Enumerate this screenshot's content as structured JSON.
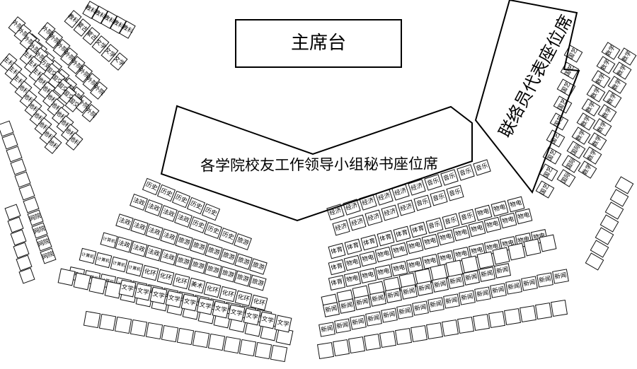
{
  "podium": {
    "label": "主席台"
  },
  "secretary_zone": {
    "label": "各学院校友工作领导小组秘书座位席"
  },
  "liaison_zone": {
    "label": "联络员代表座位席"
  },
  "seat_blocks": {
    "left_top": [
      [
        "教科",
        "教科",
        "教科",
        "教科",
        "教科"
      ],
      [
        "教科",
        "蒙古",
        "蒙古",
        "文学",
        "文学",
        "文学"
      ],
      [
        "外院",
        "外院",
        "外院",
        "外院",
        "外院",
        "外院",
        "外院",
        "外院"
      ],
      [
        "外院",
        "外院",
        "外院",
        "外院",
        "外院",
        "外院",
        "外院",
        "外院",
        "外院"
      ],
      [
        "外院",
        "外院",
        "外院",
        "外院",
        "外院",
        "历史",
        "国交",
        "国交",
        "国交",
        "国交",
        "国交"
      ],
      [
        "生科",
        "生科",
        "生科",
        "地科",
        "地科",
        "地科",
        "地科",
        "地科",
        "地科",
        "地科"
      ],
      [
        "生科",
        "生科",
        "生科",
        "地科",
        "地科",
        "地科",
        "地科",
        "地科",
        "地科",
        "地科",
        "地科"
      ]
    ],
    "left_outer": [
      [
        "",
        "",
        "",
        "",
        "",
        "",
        "",
        "网院",
        "网院",
        "网院",
        "网院"
      ],
      [
        "",
        "",
        "",
        "",
        "",
        ""
      ]
    ],
    "left_mid": [
      [
        "历史",
        "历史",
        "历史",
        "历史",
        "历史"
      ],
      [
        "法政",
        "法政",
        "法政",
        "法政",
        "历史",
        "历史",
        "历史",
        "旅游"
      ],
      [
        "法政",
        "法政",
        "法政",
        "法政",
        "旅游",
        "旅游",
        "旅游",
        "旅游",
        "旅游",
        "旅游"
      ],
      [
        "计算机",
        "法政",
        "法政",
        "法政",
        "法政",
        "旅游",
        "旅游",
        "旅游",
        "旅游",
        "旅游",
        "旅游"
      ],
      [
        "计算机",
        "计算机",
        "计算机",
        "计算机",
        "化环",
        "化环",
        "化环",
        "美术",
        "化环",
        "化环",
        "化环",
        "化环"
      ],
      [
        "计算机",
        "计算机",
        "计算机",
        "计算机",
        "计算机",
        "化环",
        "化环",
        "化环",
        "化环",
        "化环",
        "化环",
        "化环",
        "化环"
      ],
      [
        "",
        "",
        "",
        "",
        "",
        "",
        "",
        "",
        "",
        "",
        "",
        "",
        "",
        "",
        ""
      ]
    ],
    "left_mid_back": [
      [
        "文学",
        "文学",
        "文学",
        "文学",
        "文学",
        "文学",
        "文学",
        "文学",
        "文学",
        "文学",
        "文学"
      ],
      [
        "",
        "",
        "",
        "",
        "",
        "",
        "",
        "",
        "",
        "",
        "",
        "",
        ""
      ]
    ],
    "right_mid": [
      [
        "经济",
        "经济",
        "经济",
        "经济",
        "经济",
        "音乐",
        "音乐",
        "音乐"
      ],
      [
        "经济",
        "经济",
        "经济",
        "经济",
        "经济",
        "经济",
        "音乐",
        "音乐",
        "音乐",
        "音乐"
      ],
      [
        "体育",
        "体育",
        "体育",
        "体育",
        "体育",
        "体育",
        "音乐",
        "音乐",
        "音乐",
        "物电",
        "物电",
        "物电"
      ],
      [
        "体育",
        "物电",
        "物电",
        "物电",
        "物电",
        "物电",
        "物电",
        "物电",
        "物电",
        "物电",
        "物电",
        "物电",
        "物电"
      ],
      [
        "体育",
        "物电",
        "物电",
        "物电",
        "物电",
        "物电",
        "物电",
        "物电",
        "物电",
        "物电",
        "物电",
        "物电",
        "物电",
        "物电"
      ],
      [
        "",
        "",
        "",
        "",
        "",
        "",
        "",
        "",
        "",
        "",
        "",
        "",
        "",
        "",
        ""
      ]
    ],
    "right_mid_back": [
      [
        "新闻",
        "新闻",
        "新闻",
        "新闻",
        "新闻",
        "新闻",
        "新闻",
        "新闻",
        "新闻",
        "新闻",
        "新闻",
        "新闻"
      ],
      [
        "新闻",
        "新闻",
        "新闻",
        "新闻",
        "新闻",
        "新闻",
        "新闻",
        "新闻",
        "新闻",
        "新闻",
        "新闻",
        "新闻",
        "新闻",
        "新闻",
        "新闻",
        "新闻"
      ],
      [
        "",
        "",
        "",
        "",
        "",
        "",
        "",
        "",
        "",
        "",
        "",
        "",
        "",
        "",
        "",
        ""
      ]
    ],
    "right_outer": [
      [
        "国艺",
        "国艺",
        "国艺",
        "国艺",
        "国艺",
        "国艺",
        "国艺",
        "国艺",
        "国艺"
      ],
      [
        "国际",
        "国际",
        "国际",
        "数学",
        "数学",
        "数学",
        "数学",
        "数学",
        "数学",
        "数学"
      ],
      [
        "数学",
        "数学",
        "数学",
        "数学",
        "数学",
        "数学",
        "数学",
        "数学",
        "数学"
      ],
      [
        "",
        "",
        "",
        "",
        "",
        "",
        ""
      ]
    ]
  }
}
